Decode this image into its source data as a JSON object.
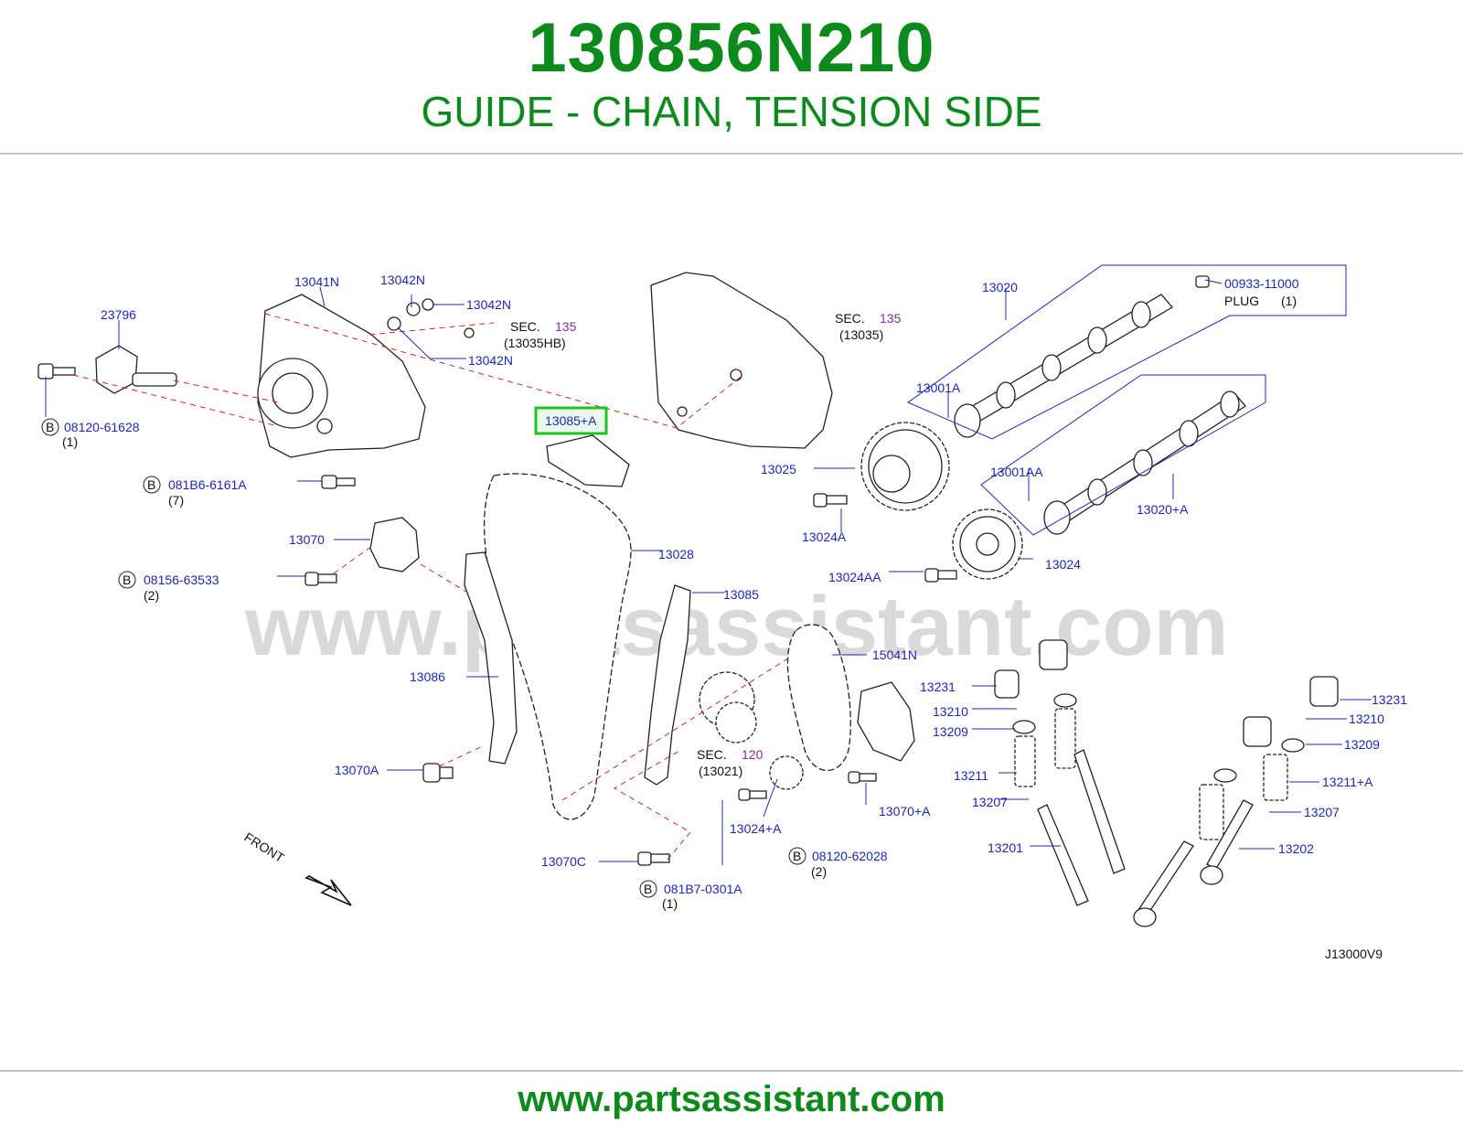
{
  "header": {
    "part_number": "130856N210",
    "part_name": "GUIDE - CHAIN, TENSION SIDE"
  },
  "watermark": "www.partsassistant.com",
  "footer": {
    "url": "www.partsassistant.com"
  },
  "diagram": {
    "code": "J13000V9",
    "front_label": "FRONT",
    "highlighted_part": "13085+A",
    "colors": {
      "label": "#1c27b8",
      "highlight": "#1ec41e",
      "leader_dashed": "#d42020",
      "title": "#0d8a1c"
    },
    "labels": {
      "l23796": "23796",
      "l13041N": "13041N",
      "l13042N_a": "13042N",
      "l13042N_b": "13042N",
      "l13042N_c": "13042N",
      "sec_135a": "SEC.",
      "sec_135a_num": "135",
      "sec_135a_sub": "(13035HB)",
      "sec_135b": "SEC.",
      "sec_135b_num": "135",
      "sec_135b_sub": "(13035)",
      "l13020": "13020",
      "l00933": "00933-11000",
      "plug": "PLUG",
      "plug_qty": "(1)",
      "l13001A": "13001A",
      "l13001AA": "13001AA",
      "l13020A": "13020+A",
      "l13025": "13025",
      "l13024A": "13024A",
      "l13024": "13024",
      "l13024AA": "13024AA",
      "b08120_61628": "08120-61628",
      "b08120_61628_q": "(1)",
      "b081B6": "081B6-6161A",
      "b081B6_q": "(7)",
      "l13070": "13070",
      "b08156": "08156-63533",
      "b08156_q": "(2)",
      "l13028": "13028",
      "l13085": "13085",
      "l13086": "13086",
      "l15041N": "15041N",
      "l13070A": "13070A",
      "sec_120": "SEC.",
      "sec_120_num": "120",
      "sec_120_sub": "(13021)",
      "l13024plusA": "13024+A",
      "l13070plusA": "13070+A",
      "b08120_62028": "08120-62028",
      "b08120_62028_q": "(2)",
      "l13070C": "13070C",
      "b081B7": "081B7-0301A",
      "b081B7_q": "(1)",
      "l13231a": "13231",
      "l13210a": "13210",
      "l13209a": "13209",
      "l13211": "13211",
      "l13207a": "13207",
      "l13201": "13201",
      "l13231b": "13231",
      "l13210b": "13210",
      "l13209b": "13209",
      "l13211A": "13211+A",
      "l13207b": "13207",
      "l13202": "13202",
      "bolt_marker": "B"
    }
  }
}
